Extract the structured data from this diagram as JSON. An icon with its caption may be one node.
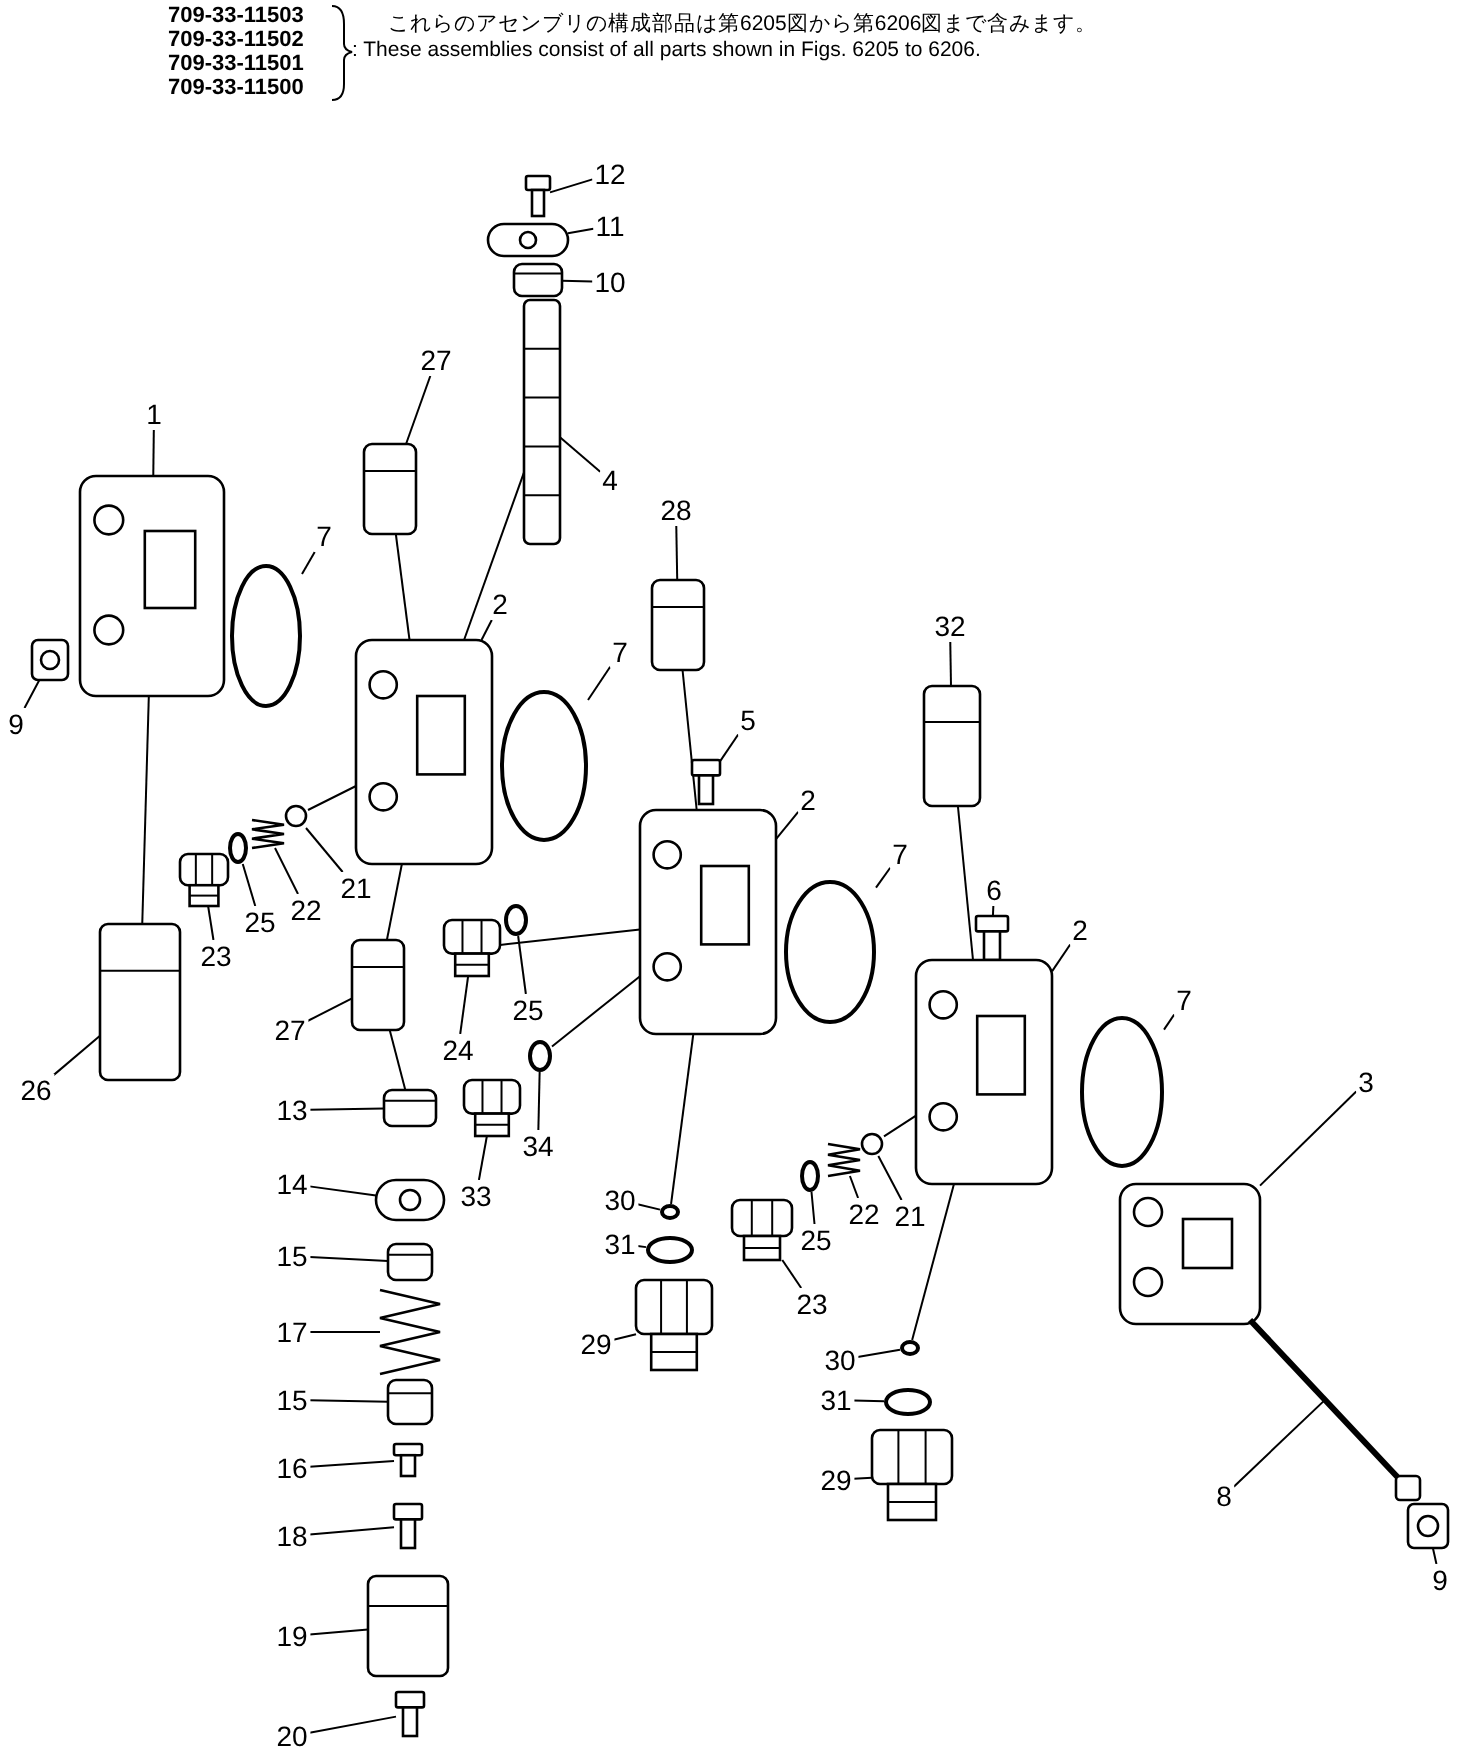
{
  "diagram": {
    "nodes": [
      {
        "text": [
          "1"
        ]
      },
      {
        "text": [],
        "shape": "picture"
      },
      {
        "text": [
          "9"
        ]
      },
      {
        "text": [],
        "shape": "picture"
      },
      {
        "text": [
          "7"
        ]
      },
      {
        "text": [],
        "shape": "circle"
      },
      {
        "text": [
          "27"
        ]
      },
      {
        "text": [],
        "shape": "picture"
      },
      {
        "text": [
          "12"
        ]
      },
      {
        "text": [],
        "shape": "picture"
      },
      {
        "text": [
          "11"
        ]
      },
      {
        "text": [],
        "shape": "picture"
      },
      {
        "text": [
          "10"
        ]
      },
      {
        "text": [],
        "shape": "picture"
      },
      {
        "text": [
          "4"
        ]
      },
      {
        "text": [],
        "shape": "picture"
      },
      {
        "text": [
          "2"
        ]
      },
      {
        "text": [],
        "shape": "picture"
      },
      {
        "text": [
          "7"
        ]
      },
      {
        "text": [],
        "shape": "circle"
      },
      {
        "text": [
          "28"
        ]
      },
      {
        "text": [],
        "shape": "picture"
      },
      {
        "text": [
          "5"
        ]
      },
      {
        "text": [],
        "shape": "picture"
      },
      {
        "text": [
          "2"
        ]
      },
      {
        "text": [],
        "shape": "picture"
      },
      {
        "text": [
          "32"
        ]
      },
      {
        "text": [],
        "shape": "picture"
      },
      {
        "text": [
          "7"
        ]
      },
      {
        "text": [],
        "shape": "circle"
      },
      {
        "text": [
          "6"
        ]
      },
      {
        "text": [],
        "shape": "picture"
      },
      {
        "text": [
          "2"
        ]
      },
      {
        "text": [],
        "shape": "picture"
      },
      {
        "text": [
          "7"
        ]
      },
      {
        "text": [],
        "shape": "circle"
      },
      {
        "text": [
          "3"
        ]
      },
      {
        "text": [],
        "shape": "picture"
      },
      {
        "text": [
          "8"
        ]
      },
      {
        "text": [],
        "shape": "picture"
      },
      {
        "text": [
          "9"
        ]
      },
      {
        "text": [],
        "shape": "picture"
      },
      {
        "text": [
          "23"
        ]
      },
      {
        "text": [],
        "shape": "picture"
      },
      {
        "text": [
          "25"
        ]
      },
      {
        "text": [],
        "shape": "circle"
      },
      {
        "text": [
          "22"
        ]
      },
      {
        "text": [],
        "shape": "picture"
      },
      {
        "text": [
          "21"
        ]
      },
      {
        "text": [],
        "shape": "circle"
      },
      {
        "text": [
          "26"
        ]
      },
      {
        "text": [],
        "shape": "picture"
      },
      {
        "text": [
          "27"
        ]
      },
      {
        "text": [],
        "shape": "picture"
      },
      {
        "text": [
          "24"
        ]
      },
      {
        "text": [],
        "shape": "picture"
      },
      {
        "text": [
          "25"
        ]
      },
      {
        "text": [],
        "shape": "circle"
      },
      {
        "text": [
          "33"
        ]
      },
      {
        "text": [],
        "shape": "picture"
      },
      {
        "text": [
          "34"
        ]
      },
      {
        "text": [],
        "shape": "circle"
      },
      {
        "text": [
          "13"
        ]
      },
      {
        "text": [],
        "shape": "picture"
      },
      {
        "text": [
          "14"
        ]
      },
      {
        "text": [],
        "shape": "picture"
      },
      {
        "text": [
          "15"
        ]
      },
      {
        "text": [],
        "shape": "picture"
      },
      {
        "text": [
          "17"
        ]
      },
      {
        "text": [],
        "shape": "picture"
      },
      {
        "text": [
          "15"
        ]
      },
      {
        "text": [],
        "shape": "picture"
      },
      {
        "text": [
          "16"
        ]
      },
      {
        "text": [],
        "shape": "picture"
      },
      {
        "text": [
          "18"
        ]
      },
      {
        "text": [],
        "shape": "picture"
      },
      {
        "text": [
          "19"
        ]
      },
      {
        "text": [],
        "shape": "picture"
      },
      {
        "text": [
          "20"
        ]
      },
      {
        "text": [],
        "shape": "picture"
      },
      {
        "text": [
          "30"
        ]
      },
      {
        "text": [],
        "shape": "circle"
      },
      {
        "text": [
          "31"
        ]
      },
      {
        "text": [],
        "shape": "circle"
      },
      {
        "text": [
          "29"
        ]
      },
      {
        "text": [],
        "shape": "picture"
      },
      {
        "text": [
          "23"
        ]
      },
      {
        "text": [],
        "shape": "picture"
      },
      {
        "text": [
          "25"
        ]
      },
      {
        "text": [],
        "shape": "circle"
      },
      {
        "text": [
          "22"
        ]
      },
      {
        "text": [],
        "shape": "picture"
      },
      {
        "text": [
          "21"
        ]
      },
      {
        "text": [],
        "shape": "circle"
      },
      {
        "text": [
          "30"
        ]
      },
      {
        "text": [],
        "shape": "circle"
      },
      {
        "text": [
          "31"
        ]
      },
      {
        "text": [],
        "shape": "circle"
      },
      {
        "text": [
          "29"
        ]
      },
      {
        "text": [],
        "shape": "picture"
      }
    ],
    "edges": [
      {
        "from": 0,
        "to": 1,
        "arrow": "none"
      },
      {
        "from": 2,
        "to": 3,
        "arrow": "none"
      },
      {
        "from": 4,
        "to": 5,
        "arrow": "none"
      },
      {
        "from": 6,
        "to": 7,
        "arrow": "none"
      },
      {
        "from": 8,
        "to": 9,
        "arrow": "none"
      },
      {
        "from": 10,
        "to": 11,
        "arrow": "none"
      },
      {
        "from": 12,
        "to": 13,
        "arrow": "none"
      },
      {
        "from": 14,
        "to": 15,
        "arrow": "none"
      },
      {
        "from": 16,
        "to": 17,
        "arrow": "none"
      },
      {
        "from": 18,
        "to": 19,
        "arrow": "none"
      },
      {
        "from": 20,
        "to": 21,
        "arrow": "none"
      },
      {
        "from": 22,
        "to": 23,
        "arrow": "none"
      },
      {
        "from": 24,
        "to": 25,
        "arrow": "none"
      },
      {
        "from": 26,
        "to": 27,
        "arrow": "none"
      },
      {
        "from": 28,
        "to": 29,
        "arrow": "none"
      },
      {
        "from": 30,
        "to": 31,
        "arrow": "none"
      },
      {
        "from": 32,
        "to": 33,
        "arrow": "none"
      },
      {
        "from": 34,
        "to": 35,
        "arrow": "none"
      },
      {
        "from": 36,
        "to": 37,
        "arrow": "none"
      },
      {
        "from": 38,
        "to": 39,
        "arrow": "none"
      },
      {
        "from": 40,
        "to": 41,
        "arrow": "none"
      },
      {
        "from": 42,
        "to": 43,
        "arrow": "none"
      },
      {
        "from": 44,
        "to": 45,
        "arrow": "none"
      },
      {
        "from": 46,
        "to": 47,
        "arrow": "none"
      },
      {
        "from": 48,
        "to": 49,
        "arrow": "none"
      },
      {
        "from": 50,
        "to": 51,
        "arrow": "none"
      },
      {
        "from": 52,
        "to": 53,
        "arrow": "none"
      },
      {
        "from": 54,
        "to": 55,
        "arrow": "none"
      },
      {
        "from": 56,
        "to": 57,
        "arrow": "none"
      },
      {
        "from": 58,
        "to": 59,
        "arrow": "none"
      },
      {
        "from": 60,
        "to": 61,
        "arrow": "none"
      },
      {
        "from": 62,
        "to": 63,
        "arrow": "none"
      },
      {
        "from": 64,
        "to": 65,
        "arrow": "none"
      },
      {
        "from": 66,
        "to": 67,
        "arrow": "none"
      },
      {
        "from": 68,
        "to": 69,
        "arrow": "none"
      },
      {
        "from": 70,
        "to": 71,
        "arrow": "none"
      },
      {
        "from": 72,
        "to": 73,
        "arrow": "none"
      },
      {
        "from": 74,
        "to": 75,
        "arrow": "none"
      },
      {
        "from": 76,
        "to": 77,
        "arrow": "none"
      },
      {
        "from": 78,
        "to": 79,
        "arrow": "none"
      },
      {
        "from": 80,
        "to": 81,
        "arrow": "none"
      },
      {
        "from": 82,
        "to": 83,
        "arrow": "none"
      },
      {
        "from": 84,
        "to": 85,
        "arrow": "none"
      },
      {
        "from": 86,
        "to": 87,
        "arrow": "none"
      },
      {
        "from": 88,
        "to": 89,
        "arrow": "none"
      },
      {
        "from": 90,
        "to": 91,
        "arrow": "none"
      },
      {
        "from": 92,
        "to": 93,
        "arrow": "none"
      },
      {
        "from": 94,
        "to": 95,
        "arrow": "none"
      },
      {
        "from": 96,
        "to": 97,
        "arrow": "none"
      },
      {
        "from": 98,
        "to": 99,
        "arrow": "none"
      },
      {
        "from": 1,
        "to": 51,
        "arrow": "none"
      },
      {
        "from": 7,
        "to": 17,
        "arrow": "none"
      },
      {
        "from": 15,
        "to": 17,
        "arrow": "none"
      },
      {
        "from": 17,
        "to": 53,
        "arrow": "none"
      },
      {
        "from": 53,
        "to": 63,
        "arrow": "none"
      },
      {
        "from": 17,
        "to": 49,
        "arrow": "none"
      },
      {
        "from": 21,
        "to": 25,
        "arrow": "none"
      },
      {
        "from": 25,
        "to": 55,
        "arrow": "none"
      },
      {
        "from": 25,
        "to": 61,
        "arrow": "none"
      },
      {
        "from": 25,
        "to": 81,
        "arrow": "none"
      },
      {
        "from": 27,
        "to": 33,
        "arrow": "none"
      },
      {
        "from": 33,
        "to": 93,
        "arrow": "none"
      },
      {
        "from": 33,
        "to": 95,
        "arrow": "none"
      }
    ],
    "labels": [
      "709-33-11503",
      "709-33-11502",
      "709-33-11501",
      "709-33-11500",
      "これらのアセンブリの構成部品は第6205図から第6206図まで含みます。",
      ": These assemblies consist of all parts shown in Figs. 6205 to 6206."
    ]
  }
}
